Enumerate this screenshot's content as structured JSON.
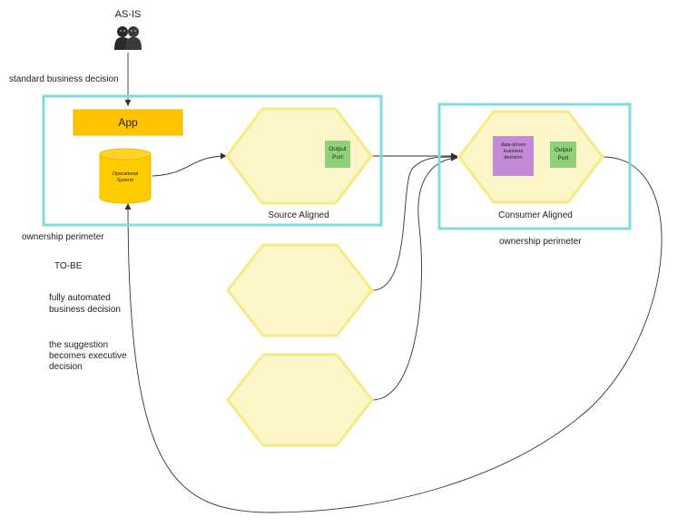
{
  "colors": {
    "perimeter": "#7fdbe0",
    "hex_fill": "#fdf6c9",
    "hex_stroke": "#f5ea86",
    "app_fill": "#ffc400",
    "app_stroke": "#f3b400",
    "db_fill": "#ffcc00",
    "port_fill": "#8ed17a",
    "decision_fill": "#c58ad6",
    "connector": "#333333"
  },
  "icons": {
    "actor": "people-icon",
    "system": "database-icon"
  },
  "labels": {
    "as_is": "AS-IS",
    "standard_decision": "standard business decision",
    "app": "App",
    "operational_system_line1": "Operational",
    "operational_system_line2": "System",
    "output_port_1_line1": "Output",
    "output_port_1_line2": "Port",
    "source_aligned": "Source Aligned",
    "decision_line1": "data-driven",
    "decision_line2": "business",
    "decision_line3": "decision",
    "output_port_2_line1": "Output",
    "output_port_2_line2": "Port",
    "consumer_aligned": "Consumer Aligned",
    "ownership_perimeter_left": "ownership perimeter",
    "ownership_perimeter_right": "ownership perimeter",
    "to_be": "TO-BE",
    "automated_line1": "fully automated",
    "automated_line2": "business decision",
    "suggestion_line1": "the suggestion",
    "suggestion_line2": "becomes executive",
    "suggestion_line3": "decision"
  }
}
